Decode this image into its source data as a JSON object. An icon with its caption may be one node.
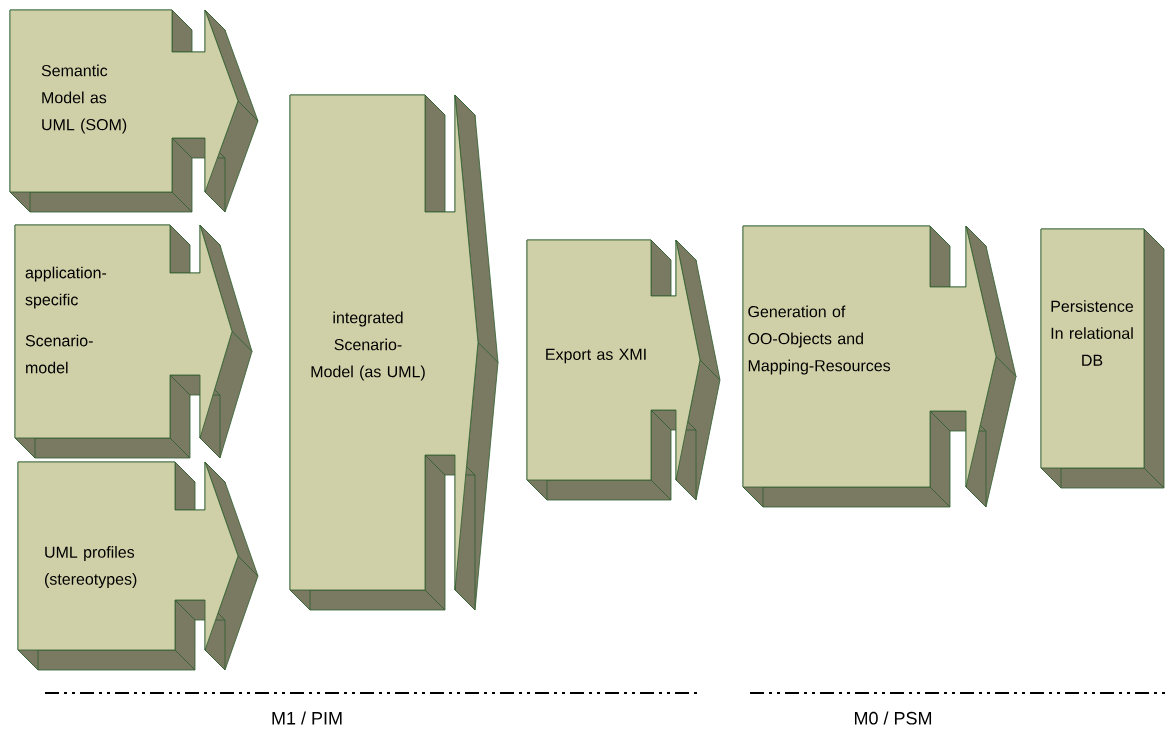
{
  "diagram": {
    "nodes": [
      {
        "text": [
          "Semantic Model as UML (SOM)"
        ]
      },
      {
        "text": [
          "application-specific",
          "Scenario-model"
        ]
      },
      {
        "text": [
          "UML profiles (stereotypes)"
        ]
      },
      {
        "text": [
          "integrated Scenario-Model (as UML)"
        ]
      },
      {
        "text": [
          "Export as XMI"
        ]
      },
      {
        "text": [
          "Generation of OO-Objects and Mapping-Resources"
        ]
      },
      {
        "text": [
          "Persistence In relational DB"
        ]
      }
    ],
    "labels": [
      "M1 / PIM",
      "M0 / PSM"
    ]
  }
}
